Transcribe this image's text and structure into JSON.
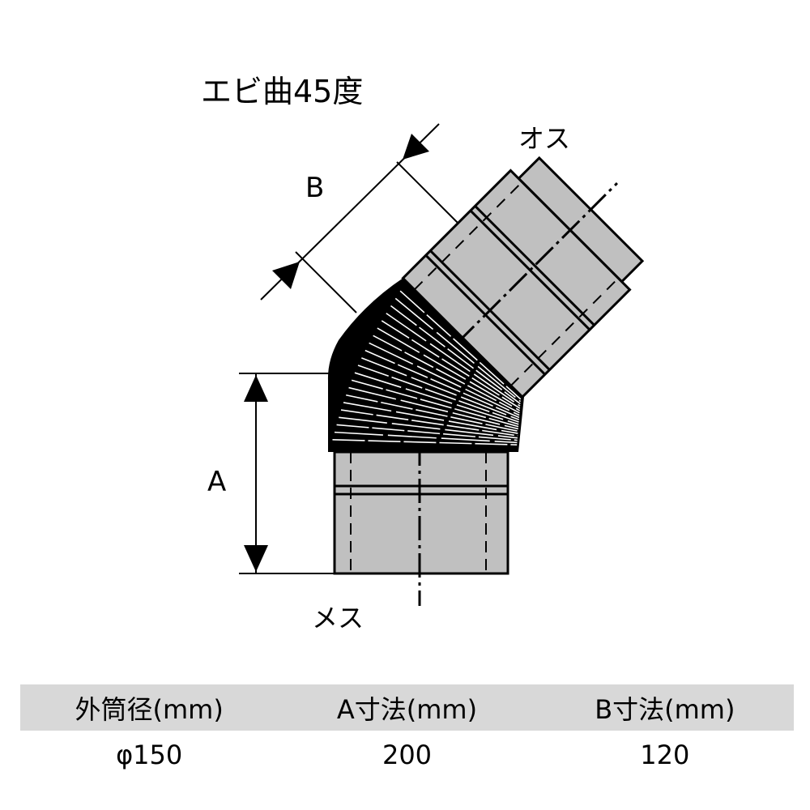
{
  "title": "エビ曲45度",
  "labels": {
    "male": "オス",
    "female": "メス",
    "dim_a": "A",
    "dim_b": "B"
  },
  "colors": {
    "pipe": "#c0c0c0",
    "header_bg": "#d8d8d8",
    "line": "#000000"
  },
  "table": {
    "headers": [
      "外筒径(mm)",
      "A寸法(mm)",
      "B寸法(mm)"
    ],
    "rows": [
      [
        "φ150",
        "200",
        "120"
      ]
    ]
  }
}
